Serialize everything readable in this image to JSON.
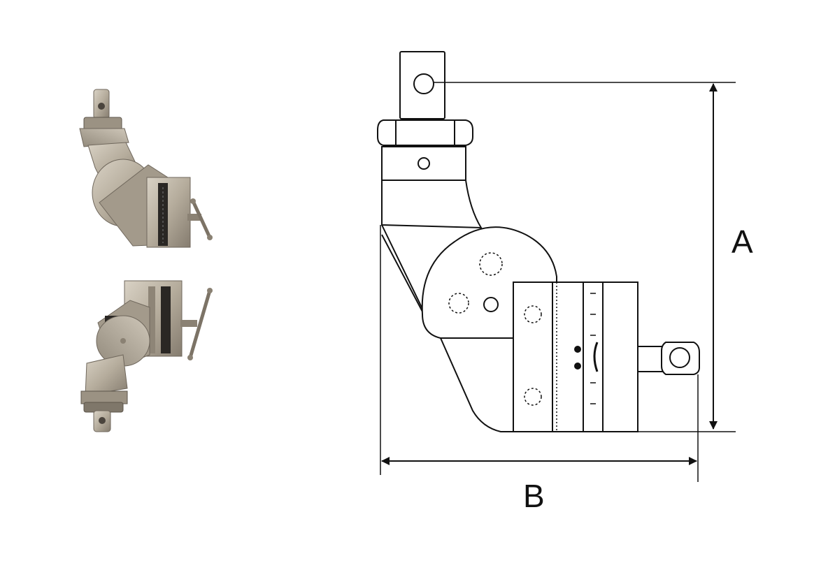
{
  "dimensions": {
    "height_label": "A",
    "width_label": "B"
  },
  "colors": {
    "line": "#111111",
    "metal_light": "#c9c1b3",
    "metal_mid": "#a79e8f",
    "metal_dark": "#6f675c",
    "jaw_dark": "#2a2724",
    "background": "#ffffff"
  },
  "renders": [
    {
      "name": "grip-render-upright"
    },
    {
      "name": "grip-render-inverted"
    }
  ]
}
